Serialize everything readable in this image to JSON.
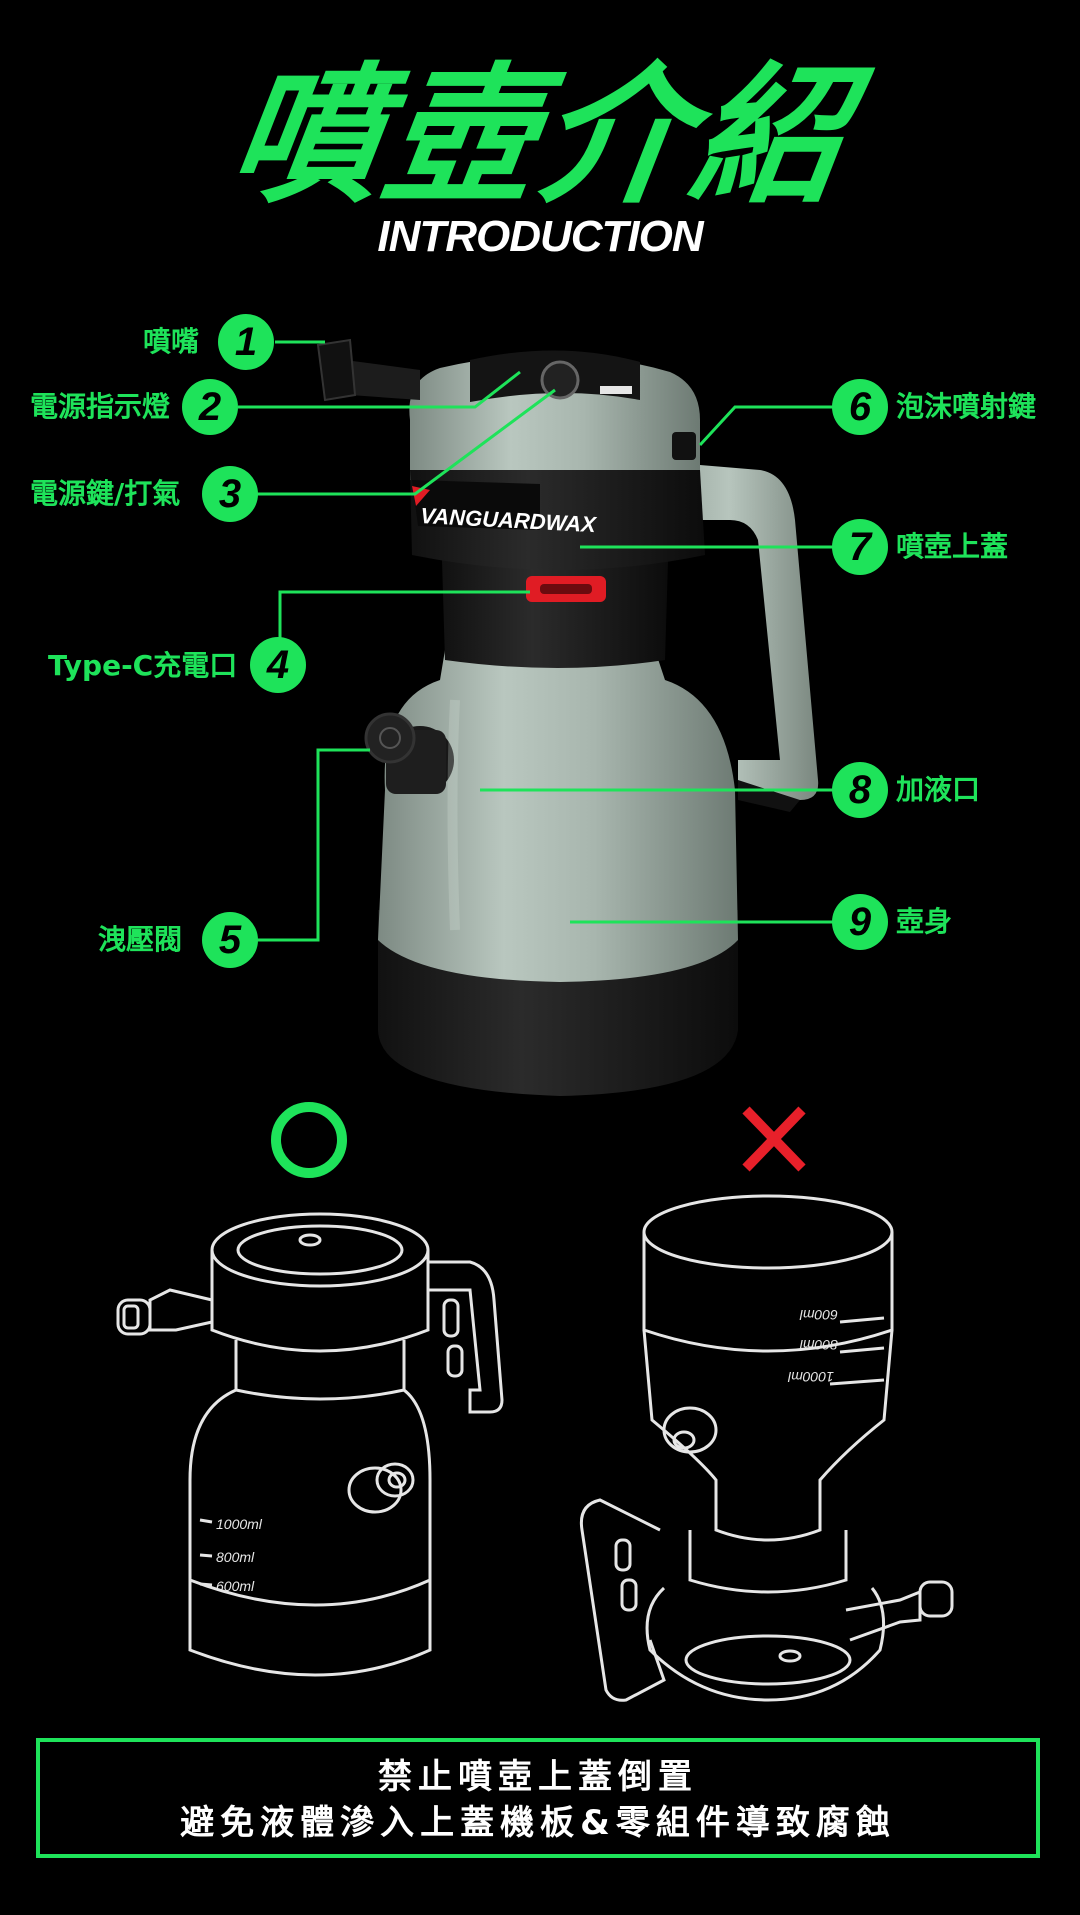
{
  "header": {
    "title": "噴壺介紹",
    "subtitle": "INTRODUCTION"
  },
  "product": {
    "brand_mark": "VANGUARDWAX"
  },
  "callouts": [
    {
      "num": "1",
      "label": "噴嘴"
    },
    {
      "num": "2",
      "label": "電源指示燈"
    },
    {
      "num": "3",
      "label": "電源鍵/打氣"
    },
    {
      "num": "4",
      "label": "Type-C充電口"
    },
    {
      "num": "5",
      "label": "洩壓閥"
    },
    {
      "num": "6",
      "label": "泡沫噴射鍵"
    },
    {
      "num": "7",
      "label": "噴壺上蓋"
    },
    {
      "num": "8",
      "label": "加液口"
    },
    {
      "num": "9",
      "label": "壺身"
    }
  ],
  "comparison": {
    "upright_scale": [
      "1000ml",
      "800ml",
      "600ml"
    ],
    "inverted_scale": [
      "600ml",
      "800ml",
      "1000ml"
    ]
  },
  "notice": {
    "line1": "禁止噴壺上蓋倒置",
    "line2": "避免液體滲入上蓋機板&零組件導致腐蝕"
  },
  "colors": {
    "accent": "#1ee35a",
    "cross": "#e8202a",
    "background": "#000000"
  }
}
